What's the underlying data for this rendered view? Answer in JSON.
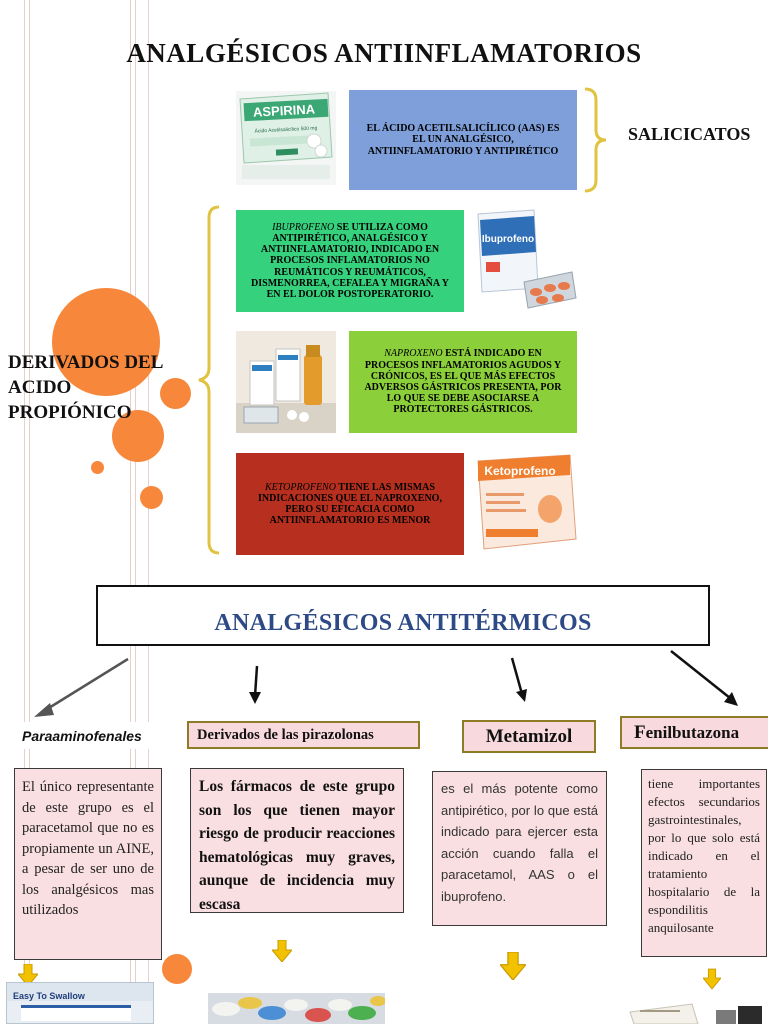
{
  "title": "ANALGÉSICOS ANTIINFLAMATORIOS",
  "salicilatos": {
    "product_name": "ASPIRINA",
    "product_sub": "Ácido Acetilsalicílico 500 mg",
    "text": "EL ÁCIDO ACETILSALICÍLICO (AAS) ES EL UN ANALGÉSICO, ANTIINFLAMATORIO Y ANTIPIRÉTICO",
    "group_label": "SALICICATOS"
  },
  "propionico": {
    "group_label": [
      "DERIVADOS DEL",
      "ACIDO",
      "PROPIÓNICO"
    ],
    "ibuprofeno": {
      "name": "IBUPROFENO",
      "text": " SE UTILIZA COMO ANTIPIRÉTICO, ANALGÉSICO Y ANTIINFLAMATORIO, INDICADO EN PROCESOS INFLAMATORIOS NO REUMÁTICOS Y REUMÁTICOS, DISMENORREA, CEFALEA Y MIGRAÑA Y EN EL DOLOR POSTOPERATORIO.",
      "product_name": "Ibuprofeno"
    },
    "naproxeno": {
      "name": "NAPROXENO",
      "text": " ESTÁ INDICADO EN PROCESOS INFLAMATORIOS AGUDOS Y CRÓNICOS, ES EL QUE MÁS EFECTOS ADVERSOS GÁSTRICOS PRESENTA, POR LO QUE SE DEBE ASOCIARSE A PROTECTORES GÁSTRICOS."
    },
    "ketoprofeno": {
      "name": "KETOPROFENO",
      "text": " TIENE LAS MISMAS INDICACIONES QUE EL NAPROXENO, PERO SU EFICACIA COMO ANTIINFLAMATORIO ES MENOR",
      "product_name": "Ketoprofeno"
    }
  },
  "antitermicos": {
    "title": "ANALGÉSICOS ANTITÉRMICOS",
    "groups": [
      {
        "label": "Paraaminofenales",
        "text": "El único representante de este grupo es el paracetamol que no es propiamente un AINE, a pesar de ser uno de los analgésicos mas utilizados"
      },
      {
        "label": "Derivados de las pirazolonas",
        "text": "Los fármacos de este grupo son los que tienen mayor riesgo de producir reacciones hematológicas muy graves, aunque de incidencia muy escasa"
      },
      {
        "label": "Metamizol",
        "text": "es el más potente como antipirético, por lo que está indicado para ejercer esta acción cuando falla el paracetamol, AAS o el ibuprofeno."
      },
      {
        "label_first": "F",
        "label_rest": "enilbutazona",
        "text": "tiene importantes efectos secundarios gastrointestinales, por lo que solo está indicado en el tratamiento hospitalario de la espondilitis anquilosante"
      }
    ]
  },
  "bottom_product_text": "Easy To Swallow",
  "colors": {
    "orange": "#f7873b",
    "blue_box": "#7e9fd9",
    "green_box": "#36d17c",
    "lime_box": "#8bcf3a",
    "red_box": "#b7301f",
    "pink_box": "#f9dfe2",
    "gold_border": "#8f7a25",
    "bracket": "#e0c341",
    "title_blue": "#2e4a86"
  }
}
